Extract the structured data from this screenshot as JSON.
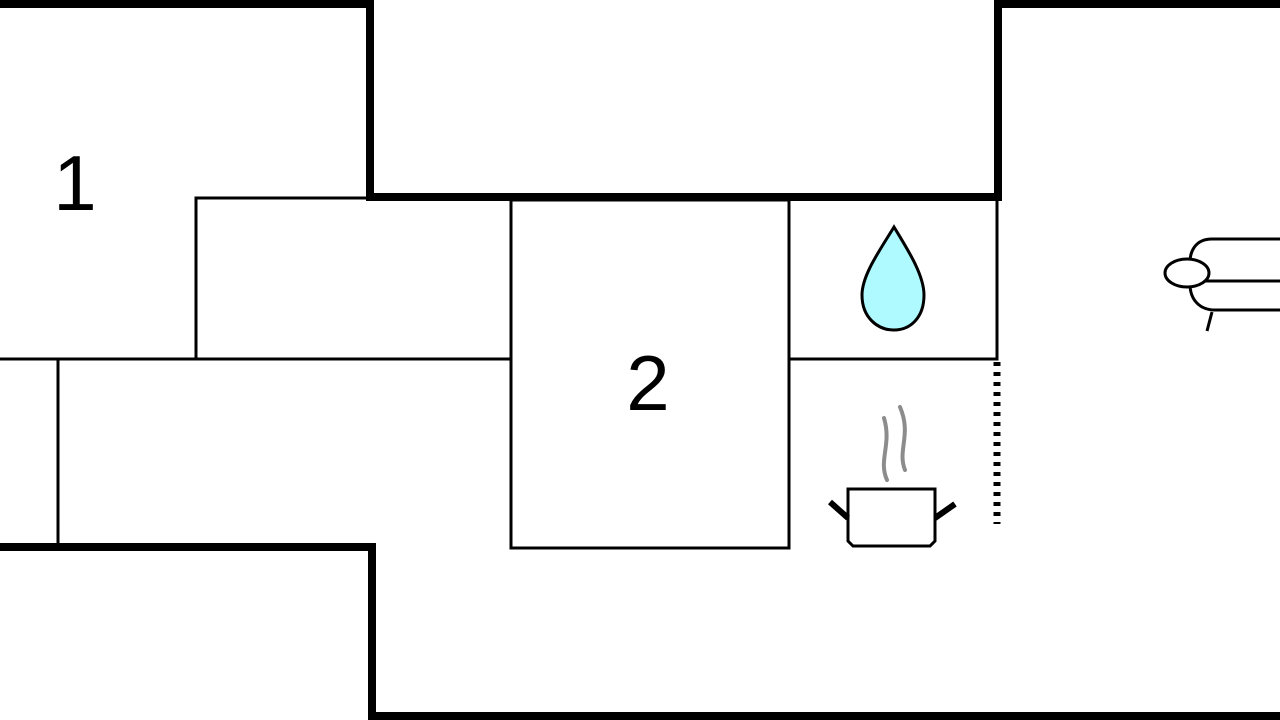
{
  "floorplan": {
    "rooms": [
      {
        "id": "room-1",
        "label": "1"
      },
      {
        "id": "room-2",
        "label": "2"
      }
    ],
    "icons": {
      "bathroom": "water-drop-icon",
      "kitchen": "cooking-pot-icon",
      "living": "sofa-icon"
    },
    "colors": {
      "wall": "#000000",
      "water": "#aefaff",
      "steam": "#8c8c8c",
      "background": "#ffffff"
    }
  }
}
